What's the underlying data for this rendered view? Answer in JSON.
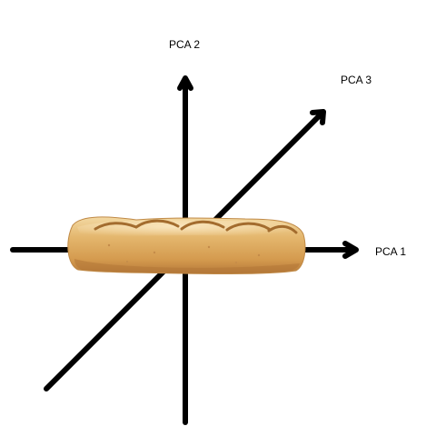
{
  "axes": [
    {
      "id": "pca1",
      "label": "PCA 1"
    },
    {
      "id": "pca2",
      "label": "PCA 2"
    },
    {
      "id": "pca3",
      "label": "PCA 3"
    }
  ],
  "colors": {
    "axis": "#000000",
    "background": "#ffffff",
    "crust_light": "#f1cf8f",
    "crust_mid": "#dca75c",
    "crust_dark": "#a8702f"
  },
  "object": {
    "name": "baguette-image"
  }
}
